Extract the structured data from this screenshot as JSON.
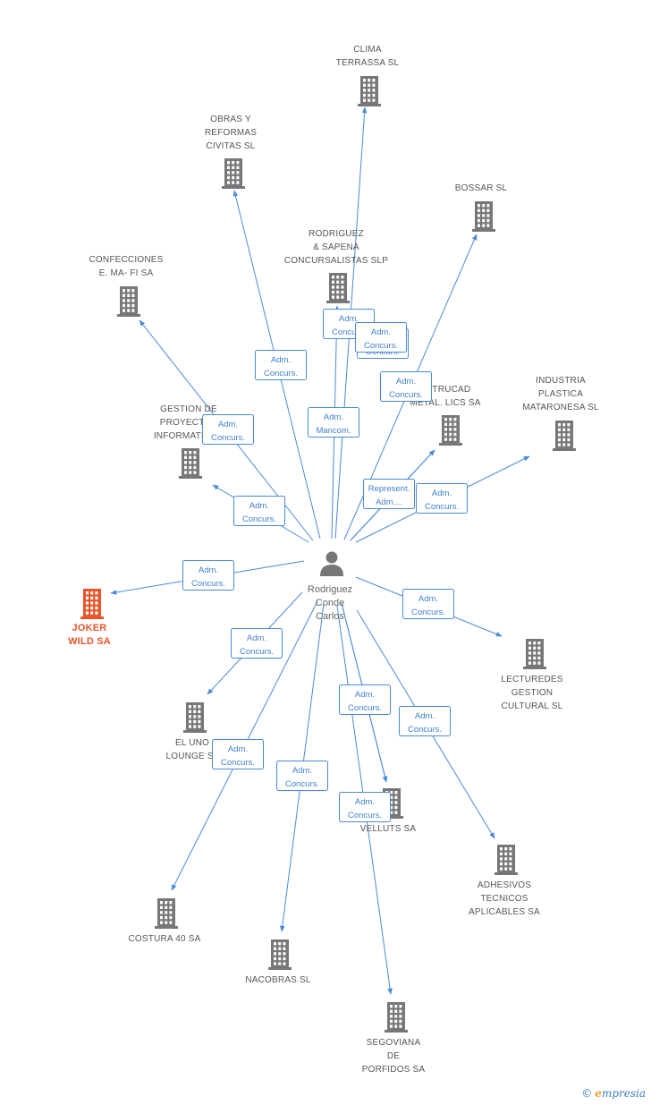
{
  "colors": {
    "edge": "#4a8ad6",
    "company": "#777777",
    "main_company": "#e8552b",
    "person": "#777777",
    "label": "#555555"
  },
  "center": {
    "name_lines": [
      "Rodriguez",
      "Conde",
      "Carlos"
    ],
    "icon": "person-icon"
  },
  "companies": [
    {
      "id": "clima",
      "lines": [
        "CLIMA",
        "TERRASSA SL"
      ],
      "icon": "building-icon"
    },
    {
      "id": "obras",
      "lines": [
        "OBRAS Y",
        "REFORMAS",
        "CIVITAS SL"
      ],
      "icon": "building-icon"
    },
    {
      "id": "bossar",
      "lines": [
        "BOSSAR SL"
      ],
      "icon": "building-icon"
    },
    {
      "id": "rodsap",
      "lines": [
        "RODRIGUEZ",
        "& SAPENA",
        "CONCURSALISTAS SLP"
      ],
      "icon": "building-icon"
    },
    {
      "id": "confe",
      "lines": [
        "CONFECCIONES",
        "E. MA- FI SA"
      ],
      "icon": "building-icon"
    },
    {
      "id": "estruc",
      "lines": [
        "ESTRUCAD",
        "METAL. LICS SA"
      ],
      "icon": "building-icon"
    },
    {
      "id": "indust",
      "lines": [
        "INDUSTRIA",
        "PLASTICA",
        "MATARONESA SL"
      ],
      "icon": "building-icon"
    },
    {
      "id": "gestion",
      "lines": [
        "GESTION DE",
        "PROYECTOS",
        "INFORMATICOS"
      ],
      "icon": "building-icon"
    },
    {
      "id": "joker",
      "lines": [
        "JOKER",
        "WILD SA"
      ],
      "icon": "building-icon",
      "main": true
    },
    {
      "id": "lectu",
      "lines": [
        "LECTUREDES",
        "GESTION",
        "CULTURAL SL"
      ],
      "icon": "building-icon"
    },
    {
      "id": "eluno",
      "lines": [
        "EL UNO",
        "LOUNGE SL"
      ],
      "icon": "building-icon"
    },
    {
      "id": "velluts",
      "lines": [
        "VELLUTS SA"
      ],
      "icon": "building-icon"
    },
    {
      "id": "adhes",
      "lines": [
        "ADHESIVOS",
        "TECNICOS",
        "APLICABLES SA"
      ],
      "icon": "building-icon"
    },
    {
      "id": "costura",
      "lines": [
        "COSTURA 40 SA"
      ],
      "icon": "building-icon"
    },
    {
      "id": "nacobras",
      "lines": [
        "NACOBRAS SL"
      ],
      "icon": "building-icon"
    },
    {
      "id": "segov",
      "lines": [
        "SEGOVIANA",
        "DE",
        "PORFIDOS SA"
      ],
      "icon": "building-icon"
    }
  ],
  "relations": [
    {
      "target": "clima",
      "lines": [
        "Adm.",
        "Concurs."
      ]
    },
    {
      "target": "obras",
      "lines": [
        "Adm.",
        "Concurs."
      ]
    },
    {
      "target": "bossar",
      "lines": [
        "Adm.",
        "Concurs."
      ]
    },
    {
      "target": "rodsap",
      "lines": [
        "Adm.",
        "Mancom."
      ]
    },
    {
      "target": "confe",
      "lines": [
        "Adm.",
        "Concurs."
      ]
    },
    {
      "target": "estruc",
      "lines": [
        "Represent.",
        "Adm...."
      ]
    },
    {
      "target": "indust",
      "lines": [
        "Adm.",
        "Concurs."
      ]
    },
    {
      "target": "gestion",
      "lines": [
        "Adm.",
        "Concurs."
      ]
    },
    {
      "target": "joker",
      "lines": [
        "Adm.",
        "Concurs."
      ]
    },
    {
      "target": "lectu",
      "lines": [
        "Adm.",
        "Concurs."
      ]
    },
    {
      "target": "eluno",
      "lines": [
        "Adm.",
        "Concurs."
      ]
    },
    {
      "target": "velluts",
      "lines": [
        "Adm.",
        "Concurs."
      ]
    },
    {
      "target": "adhes",
      "lines": [
        "Adm.",
        "Concurs."
      ]
    },
    {
      "target": "costura",
      "lines": [
        "Adm.",
        "Concurs."
      ]
    },
    {
      "target": "nacobras",
      "lines": [
        "Adm.",
        "Concurs."
      ]
    },
    {
      "target": "segov",
      "lines": [
        "Adm.",
        "Concurs."
      ]
    },
    {
      "target": "estruc",
      "lines": [
        "Adm.",
        "Concurs."
      ]
    },
    {
      "target": "velluts",
      "lines": [
        "Adm.",
        "Concurs."
      ]
    }
  ],
  "branding": {
    "copyright": "©",
    "initial": "e",
    "rest": "mpresia"
  }
}
